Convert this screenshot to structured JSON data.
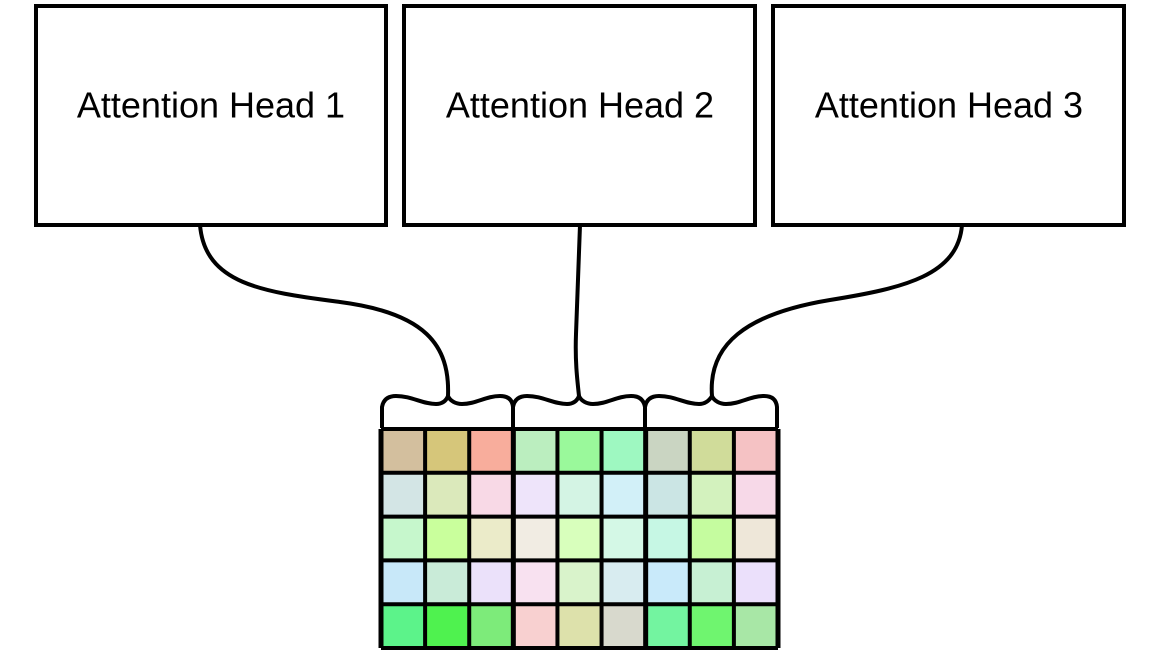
{
  "heads": [
    {
      "label": "Attention Head 1"
    },
    {
      "label": "Attention Head 2"
    },
    {
      "label": "Attention Head 3"
    }
  ],
  "grid": {
    "rows": 5,
    "cols": 9,
    "cell_colors": [
      [
        "#d3bf9e",
        "#d6c67a",
        "#f8ad9c",
        "#bbeebf",
        "#9af99b",
        "#9ef8c1",
        "#cad5c2",
        "#d0dc9a",
        "#f5c2c4"
      ],
      [
        "#d3e5e5",
        "#dbe9bb",
        "#f8d9e6",
        "#eee4fa",
        "#d4f4e4",
        "#d2f0f8",
        "#cbe5e4",
        "#d3f2be",
        "#f7d9e8"
      ],
      [
        "#c6f7cc",
        "#c9ff9c",
        "#ebebc9",
        "#f1ece3",
        "#d8ffbc",
        "#d4f8e6",
        "#c6f7e4",
        "#c5fc9f",
        "#eee7d9"
      ],
      [
        "#c8e8f9",
        "#c9ebd8",
        "#ebe1fa",
        "#f8e1f0",
        "#d9f3cb",
        "#d8ecf0",
        "#c9eafa",
        "#c7f0d3",
        "#ebe0fb"
      ],
      [
        "#5cf38a",
        "#4ff24f",
        "#7deb7a",
        "#f8d0d0",
        "#dde1ab",
        "#d8d9cd",
        "#73f4a0",
        "#6ff56f",
        "#a8e7a6"
      ]
    ]
  }
}
